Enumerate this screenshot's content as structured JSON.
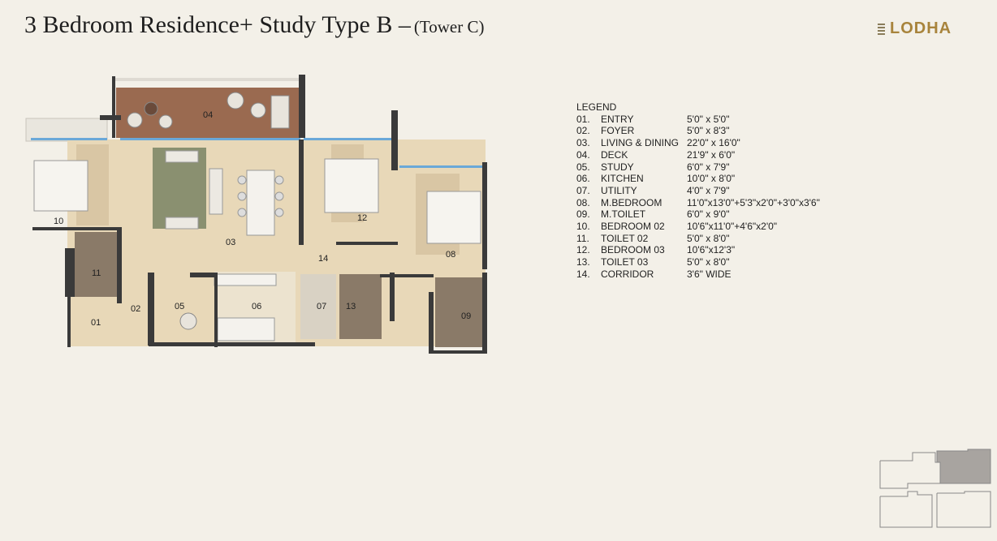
{
  "header": {
    "title_main": "3 Bedroom Residence+ Study Type B –",
    "title_sub": "(Tower C)",
    "brand": "LODHA"
  },
  "legend": {
    "heading": "LEGEND",
    "items": [
      {
        "num": "01.",
        "name": "ENTRY",
        "size": "5'0\" x 5'0\""
      },
      {
        "num": "02.",
        "name": "FOYER",
        "size": "5'0\" x 8'3\""
      },
      {
        "num": "03.",
        "name": "LIVING & DINING",
        "size": "22'0\" x 16'0\""
      },
      {
        "num": "04.",
        "name": "DECK",
        "size": "21'9\" x 6'0\""
      },
      {
        "num": "05.",
        "name": "STUDY",
        "size": "6'0\" x 7'9\""
      },
      {
        "num": "06.",
        "name": "KITCHEN",
        "size": "10'0\" x 8'0\""
      },
      {
        "num": "07.",
        "name": "UTILITY",
        "size": "4'0\" x 7'9\""
      },
      {
        "num": "08.",
        "name": "M.BEDROOM",
        "size": "11'0\"x13'0\"+5'3\"x2'0\"+3'0\"x3'6\""
      },
      {
        "num": "09.",
        "name": "M.TOILET",
        "size": "6'0\" x 9'0\""
      },
      {
        "num": "10.",
        "name": "BEDROOM 02",
        "size": "10'6\"x11'0\"+4'6\"x2'0\""
      },
      {
        "num": "11.",
        "name": "TOILET 02",
        "size": "5'0\" x 8'0\""
      },
      {
        "num": "12.",
        "name": "BEDROOM 03",
        "size": "10'6\"x12'3\""
      },
      {
        "num": "13.",
        "name": "TOILET 03",
        "size": "5'0\" x 8'0\""
      },
      {
        "num": "14.",
        "name": "CORRIDOR",
        "size": "3'6\" WIDE"
      }
    ]
  },
  "floorplan": {
    "room_labels": [
      "01",
      "02",
      "03",
      "04",
      "05",
      "06",
      "07",
      "08",
      "09",
      "10",
      "11",
      "12",
      "13",
      "14"
    ]
  },
  "colors": {
    "background": "#f3f0e8",
    "brand_gold": "#a8843c",
    "wall": "#3a3a3a",
    "floor": "#e8d8b8",
    "deck": "#9a6a50",
    "toilet_tile": "#8a7a68",
    "glass": "#6aa8d8",
    "keyplan_highlight": "#a8a4a0"
  }
}
